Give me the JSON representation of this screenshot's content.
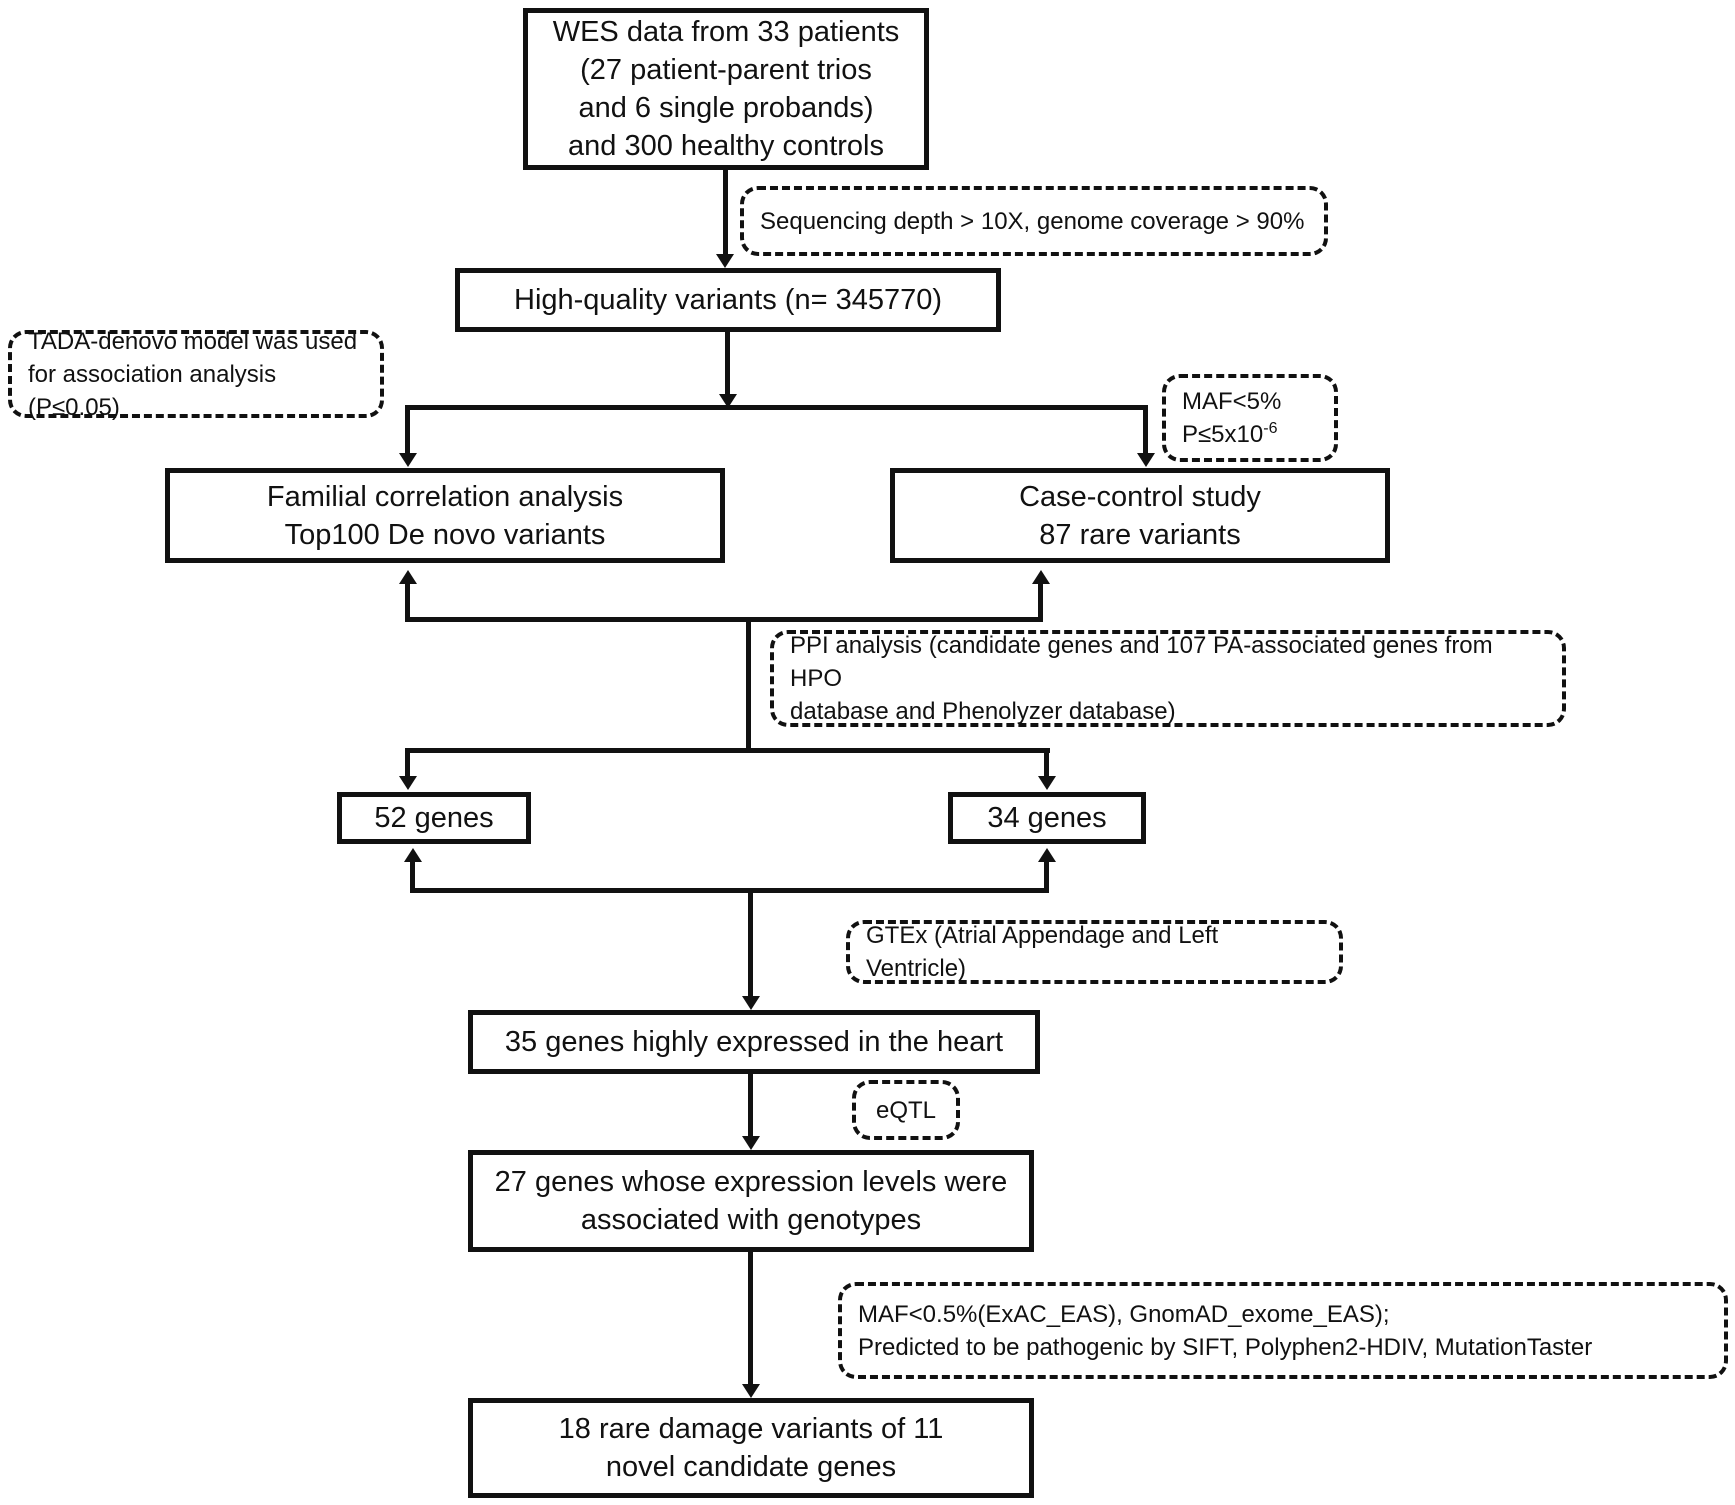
{
  "colors": {
    "line": "#111111",
    "text": "#111111",
    "background": "#ffffff"
  },
  "boxes": {
    "wes": {
      "lines": [
        "WES data from 33 patients",
        "(27 patient-parent trios",
        "and 6 single probands)",
        "and 300 healthy controls"
      ]
    },
    "hq": {
      "lines": [
        "High-quality variants (n= 345770)"
      ]
    },
    "familial": {
      "lines": [
        "Familial correlation analysis",
        "Top100 De novo variants"
      ]
    },
    "casecontrol": {
      "lines": [
        "Case-control study",
        "87 rare variants"
      ]
    },
    "genes52": {
      "lines": [
        "52 genes"
      ]
    },
    "genes34": {
      "lines": [
        "34 genes"
      ]
    },
    "genes35": {
      "lines": [
        "35 genes highly expressed in the heart"
      ]
    },
    "genes27": {
      "lines": [
        "27 genes whose expression levels were",
        "associated with genotypes"
      ]
    },
    "final": {
      "lines": [
        "18 rare damage variants of 11",
        "novel candidate genes"
      ]
    }
  },
  "notes": {
    "sequencing": {
      "lines": [
        "Sequencing depth > 10X, genome coverage > 90%"
      ]
    },
    "tada": {
      "lines": [
        "TADA-denovo model was used",
        "for association analysis (P≤0.05)"
      ]
    },
    "maf5": {
      "line1": "MAF<5%",
      "line2_base": "P≤5x10",
      "line2_sup": "-6"
    },
    "ppi": {
      "lines": [
        "PPI analysis (candidate genes and 107 PA-associated genes from HPO",
        "database and Phenolyzer database)"
      ]
    },
    "gtex": {
      "lines": [
        "GTEx (Atrial Appendage and Left Ventricle)"
      ]
    },
    "eqtl": {
      "lines": [
        "eQTL"
      ]
    },
    "maf05": {
      "lines": [
        "MAF<0.5%(ExAC_EAS), GnomAD_exome_EAS);",
        "Predicted to be pathogenic by SIFT, Polyphen2-HDIV, MutationTaster"
      ]
    }
  }
}
